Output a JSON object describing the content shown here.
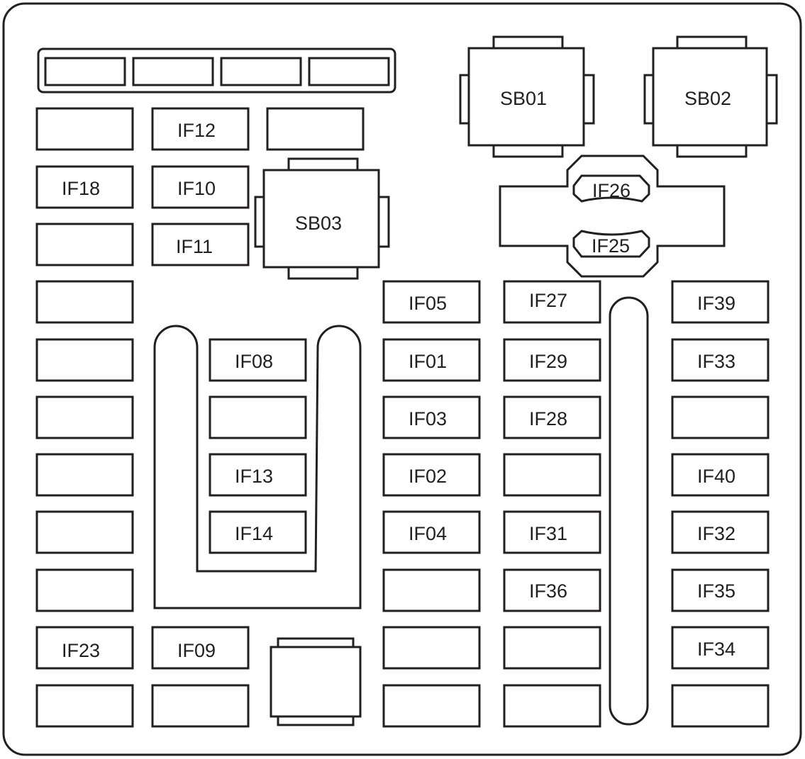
{
  "fuses": {
    "r1c2": "IF12",
    "r2c1": "IF18",
    "r2c2": "IF10",
    "r3c2": "IF11",
    "if08": "IF08",
    "if13": "IF13",
    "if14": "IF14",
    "if05": "IF05",
    "if01": "IF01",
    "if03": "IF03",
    "if02": "IF02",
    "if04": "IF04",
    "if27": "IF27",
    "if29": "IF29",
    "if28": "IF28",
    "if31": "IF31",
    "if36": "IF36",
    "if39": "IF39",
    "if33": "IF33",
    "if40": "IF40",
    "if32": "IF32",
    "if35": "IF35",
    "if34": "IF34",
    "if23": "IF23",
    "if09": "IF09"
  },
  "relays": {
    "sb01": "SB01",
    "sb02": "SB02",
    "sb03": "SB03"
  },
  "maxi_fuses": {
    "if26": "IF26",
    "if25": "IF25"
  }
}
